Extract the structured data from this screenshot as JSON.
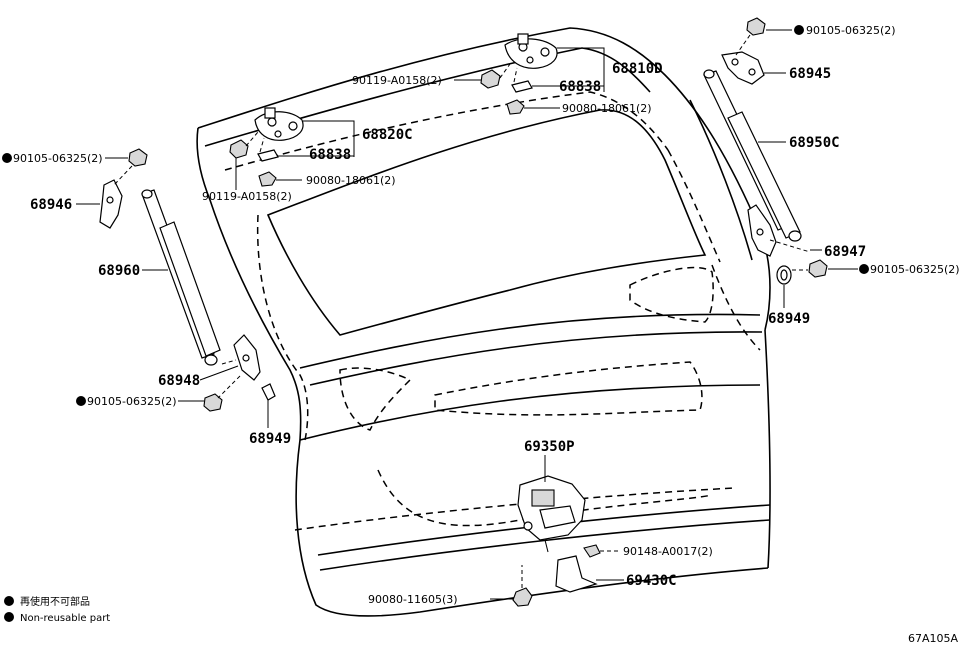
{
  "labels": {
    "p68810D": "68810D",
    "p68838_top": "68838",
    "p90119_top": "90119-A0158(2)",
    "p90080_top": "90080-18061(2)",
    "p68820C": "68820C",
    "p68838_mid": "68838",
    "p90080_mid": "90080-18061(2)",
    "p90119_mid": "90119-A0158(2)",
    "p90105_tr": "90105-06325(2)",
    "p68945": "68945",
    "p68950C": "68950C",
    "p68947": "68947",
    "p90105_r": "90105-06325(2)",
    "p68949_r": "68949",
    "p90105_tl": "90105-06325(2)",
    "p68946": "68946",
    "p68960": "68960",
    "p68948": "68948",
    "p90105_l": "90105-06325(2)",
    "p68949_l": "68949",
    "p69350P": "69350P",
    "p90148": "90148-A0017(2)",
    "p69430C": "69430C",
    "p90080_bot": "90080-11605(3)"
  },
  "legend": {
    "jp": "再使用不可部品",
    "en": "Non-reusable part"
  },
  "diagram_code": "67A105A"
}
